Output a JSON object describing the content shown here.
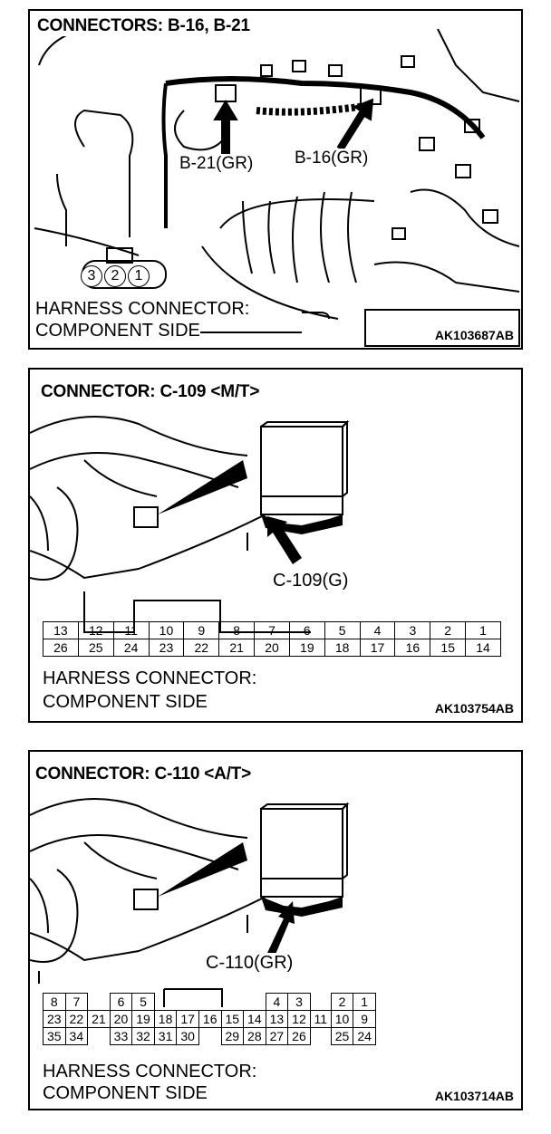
{
  "panel1": {
    "title": "CONNECTORS: B-16, B-21",
    "label_b21": "B-21(GR)",
    "label_b16": "B-16(GR)",
    "pins": [
      "3",
      "2",
      "1"
    ],
    "caption_line1": "HARNESS CONNECTOR:",
    "caption_line2": "COMPONENT SIDE",
    "code": "AK103687AB"
  },
  "panel2": {
    "title": "CONNECTOR: C-109 <M/T>",
    "label": "C-109(G)",
    "row1": [
      "13",
      "12",
      "11",
      "10",
      "9",
      "8",
      "7",
      "6",
      "5",
      "4",
      "3",
      "2",
      "1"
    ],
    "row2": [
      "26",
      "25",
      "24",
      "23",
      "22",
      "21",
      "20",
      "19",
      "18",
      "17",
      "16",
      "15",
      "14"
    ],
    "caption_line1": "HARNESS CONNECTOR:",
    "caption_line2": "COMPONENT SIDE",
    "code": "AK103754AB"
  },
  "panel3": {
    "title": "CONNECTOR: C-110 <A/T>",
    "label": "C-110(GR)",
    "row1": [
      "8",
      "7",
      "",
      "6",
      "5",
      "",
      "",
      "",
      "",
      "",
      "4",
      "3",
      "",
      "2",
      "1"
    ],
    "row2": [
      "23",
      "22",
      "21",
      "20",
      "19",
      "18",
      "17",
      "16",
      "15",
      "14",
      "13",
      "12",
      "11",
      "10",
      "9"
    ],
    "row3": [
      "35",
      "34",
      "",
      "33",
      "32",
      "31",
      "30",
      "",
      "29",
      "28",
      "27",
      "26",
      "",
      "25",
      "24"
    ],
    "caption_line1": "HARNESS CONNECTOR:",
    "caption_line2": "COMPONENT SIDE",
    "code": "AK103714AB"
  }
}
